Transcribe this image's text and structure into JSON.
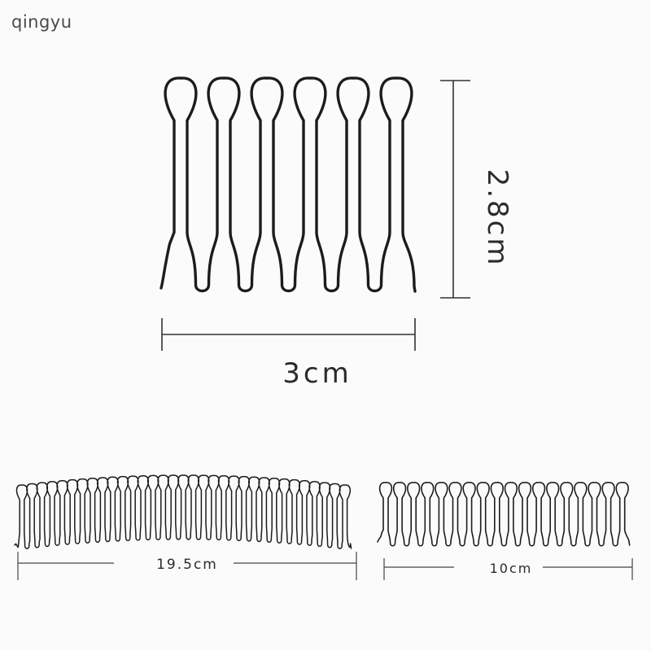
{
  "watermark": "qingyu",
  "colors": {
    "background": "#fbfbfc",
    "wire": "#1c1c1c",
    "dimension_line": "#333333",
    "text": "#2b2b2b"
  },
  "main_comb": {
    "teeth": 6,
    "width_label": "3cm",
    "height_label": "2.8cm"
  },
  "long_comb": {
    "teeth": 33,
    "length_label": "19.5cm"
  },
  "short_comb": {
    "teeth": 18,
    "length_label": "10cm"
  }
}
